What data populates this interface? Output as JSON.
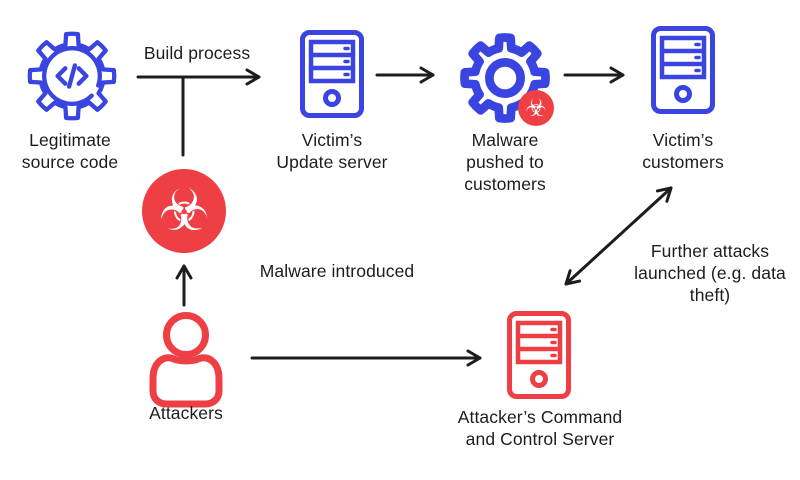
{
  "colors": {
    "icon_blue": "#3a45e1",
    "icon_red": "#ee3f45",
    "arrow_black": "#1d1d1d",
    "background": "#ffffff"
  },
  "nodes": {
    "source_code": {
      "label": "Legitimate\nsource code",
      "icon": "code-gear-icon"
    },
    "update_server": {
      "label": "Victim’s\nUpdate server",
      "icon": "server-icon-blue"
    },
    "malware_push": {
      "label": "Malware\npushed to\ncustomers",
      "icon": "gear-biohazard-icon"
    },
    "customers": {
      "label": "Victim’s\ncustomers",
      "icon": "server-icon-blue"
    },
    "biohazard": {
      "label": "",
      "icon": "biohazard-icon"
    },
    "attackers": {
      "label": "Attackers",
      "icon": "person-icon"
    },
    "cc_server": {
      "label": "Attacker’s Command\nand Control Server",
      "icon": "server-icon-red"
    }
  },
  "edge_labels": {
    "build_process": "Build process",
    "malware_introduced": "Malware introduced",
    "further_attacks": "Further attacks\nlaunched (e.g. data\ntheft)"
  },
  "icons": {
    "biohazard_glyph": "☣"
  }
}
